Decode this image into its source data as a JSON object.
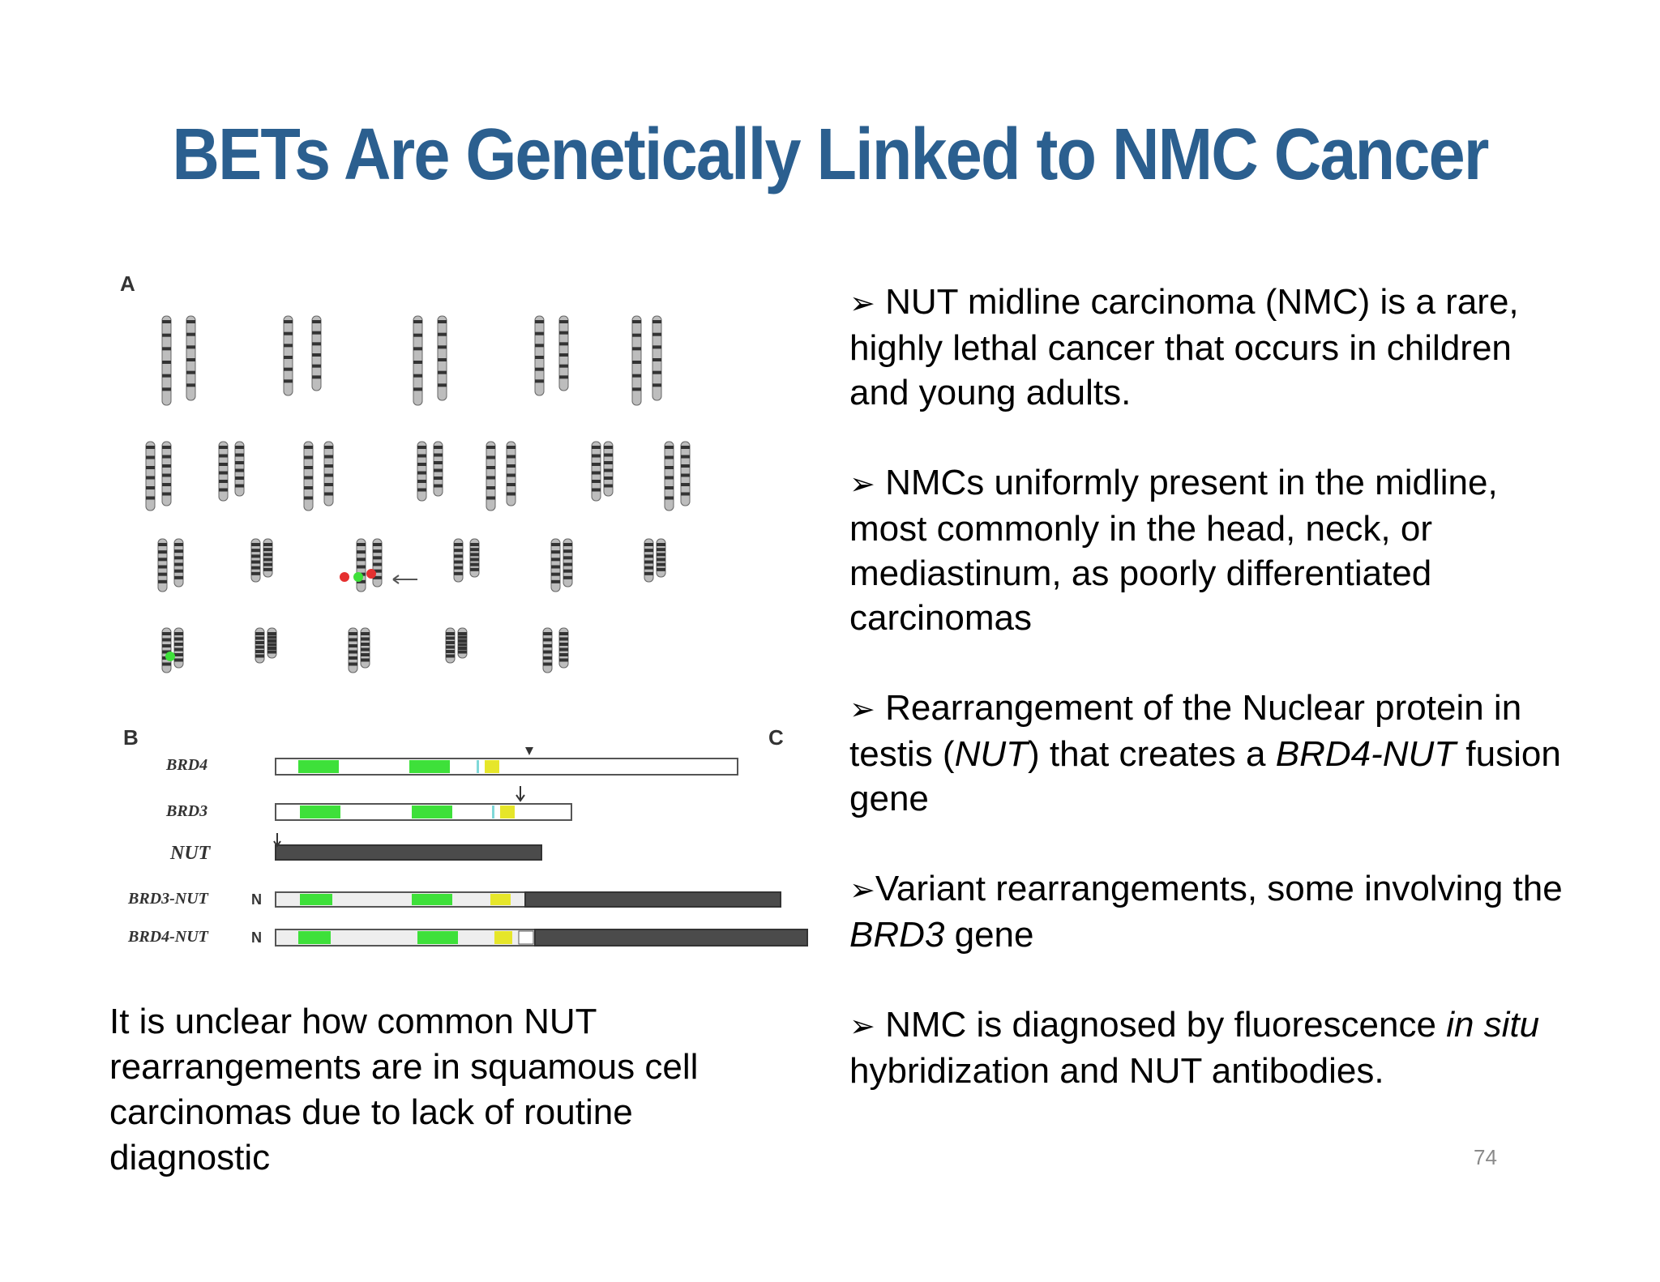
{
  "slide": {
    "title": "BETs Are Genetically Linked to NMC Cancer",
    "page_number": "74"
  },
  "figure": {
    "panel_a": "A",
    "panel_b": "B",
    "panel_c": "C",
    "genes": {
      "brd4": "BRD4",
      "brd3": "BRD3",
      "nut": "NUT",
      "brd3_nut": "BRD3-NUT",
      "brd4_nut": "BRD4-NUT",
      "n_terminus": "N"
    },
    "colors": {
      "bromodomain": "#3ee03a",
      "et_domain": "#e6e62a",
      "nut": "#4b4b4b"
    }
  },
  "bullets": [
    {
      "lead": "➢",
      "parts": [
        {
          "t": "NUT midline carcinoma (NMC) is a rare, highly lethal cancer that occurs in children and young adults.",
          "i": false
        }
      ]
    },
    {
      "lead": "➢",
      "parts": [
        {
          "t": "NMCs uniformly present in the midline, most commonly in the head, neck, or mediastinum, as poorly differentiated carcinomas",
          "i": false
        }
      ]
    },
    {
      "lead": "➢",
      "parts": [
        {
          "t": "Rearrangement of the Nuclear protein in testis (",
          "i": false
        },
        {
          "t": "NUT",
          "i": true
        },
        {
          "t": ") that creates a ",
          "i": false
        },
        {
          "t": "BRD4-NUT",
          "i": true
        },
        {
          "t": " fusion gene",
          "i": false
        }
      ]
    },
    {
      "lead": "➢",
      "parts": [
        {
          "t": "Variant rearrangements, some involving the ",
          "i": false
        },
        {
          "t": "BRD3",
          "i": true
        },
        {
          "t": " gene",
          "i": false
        }
      ]
    },
    {
      "lead": "➢",
      "parts": [
        {
          "t": "NMC is diagnosed by fluorescence ",
          "i": false
        },
        {
          "t": "in situ",
          "i": true
        },
        {
          "t": " hybridization and NUT antibodies.",
          "i": false
        }
      ]
    }
  ],
  "left_note": "It is unclear how common NUT rearrangements are in squamous cell carcinomas due to lack of routine diagnostic"
}
